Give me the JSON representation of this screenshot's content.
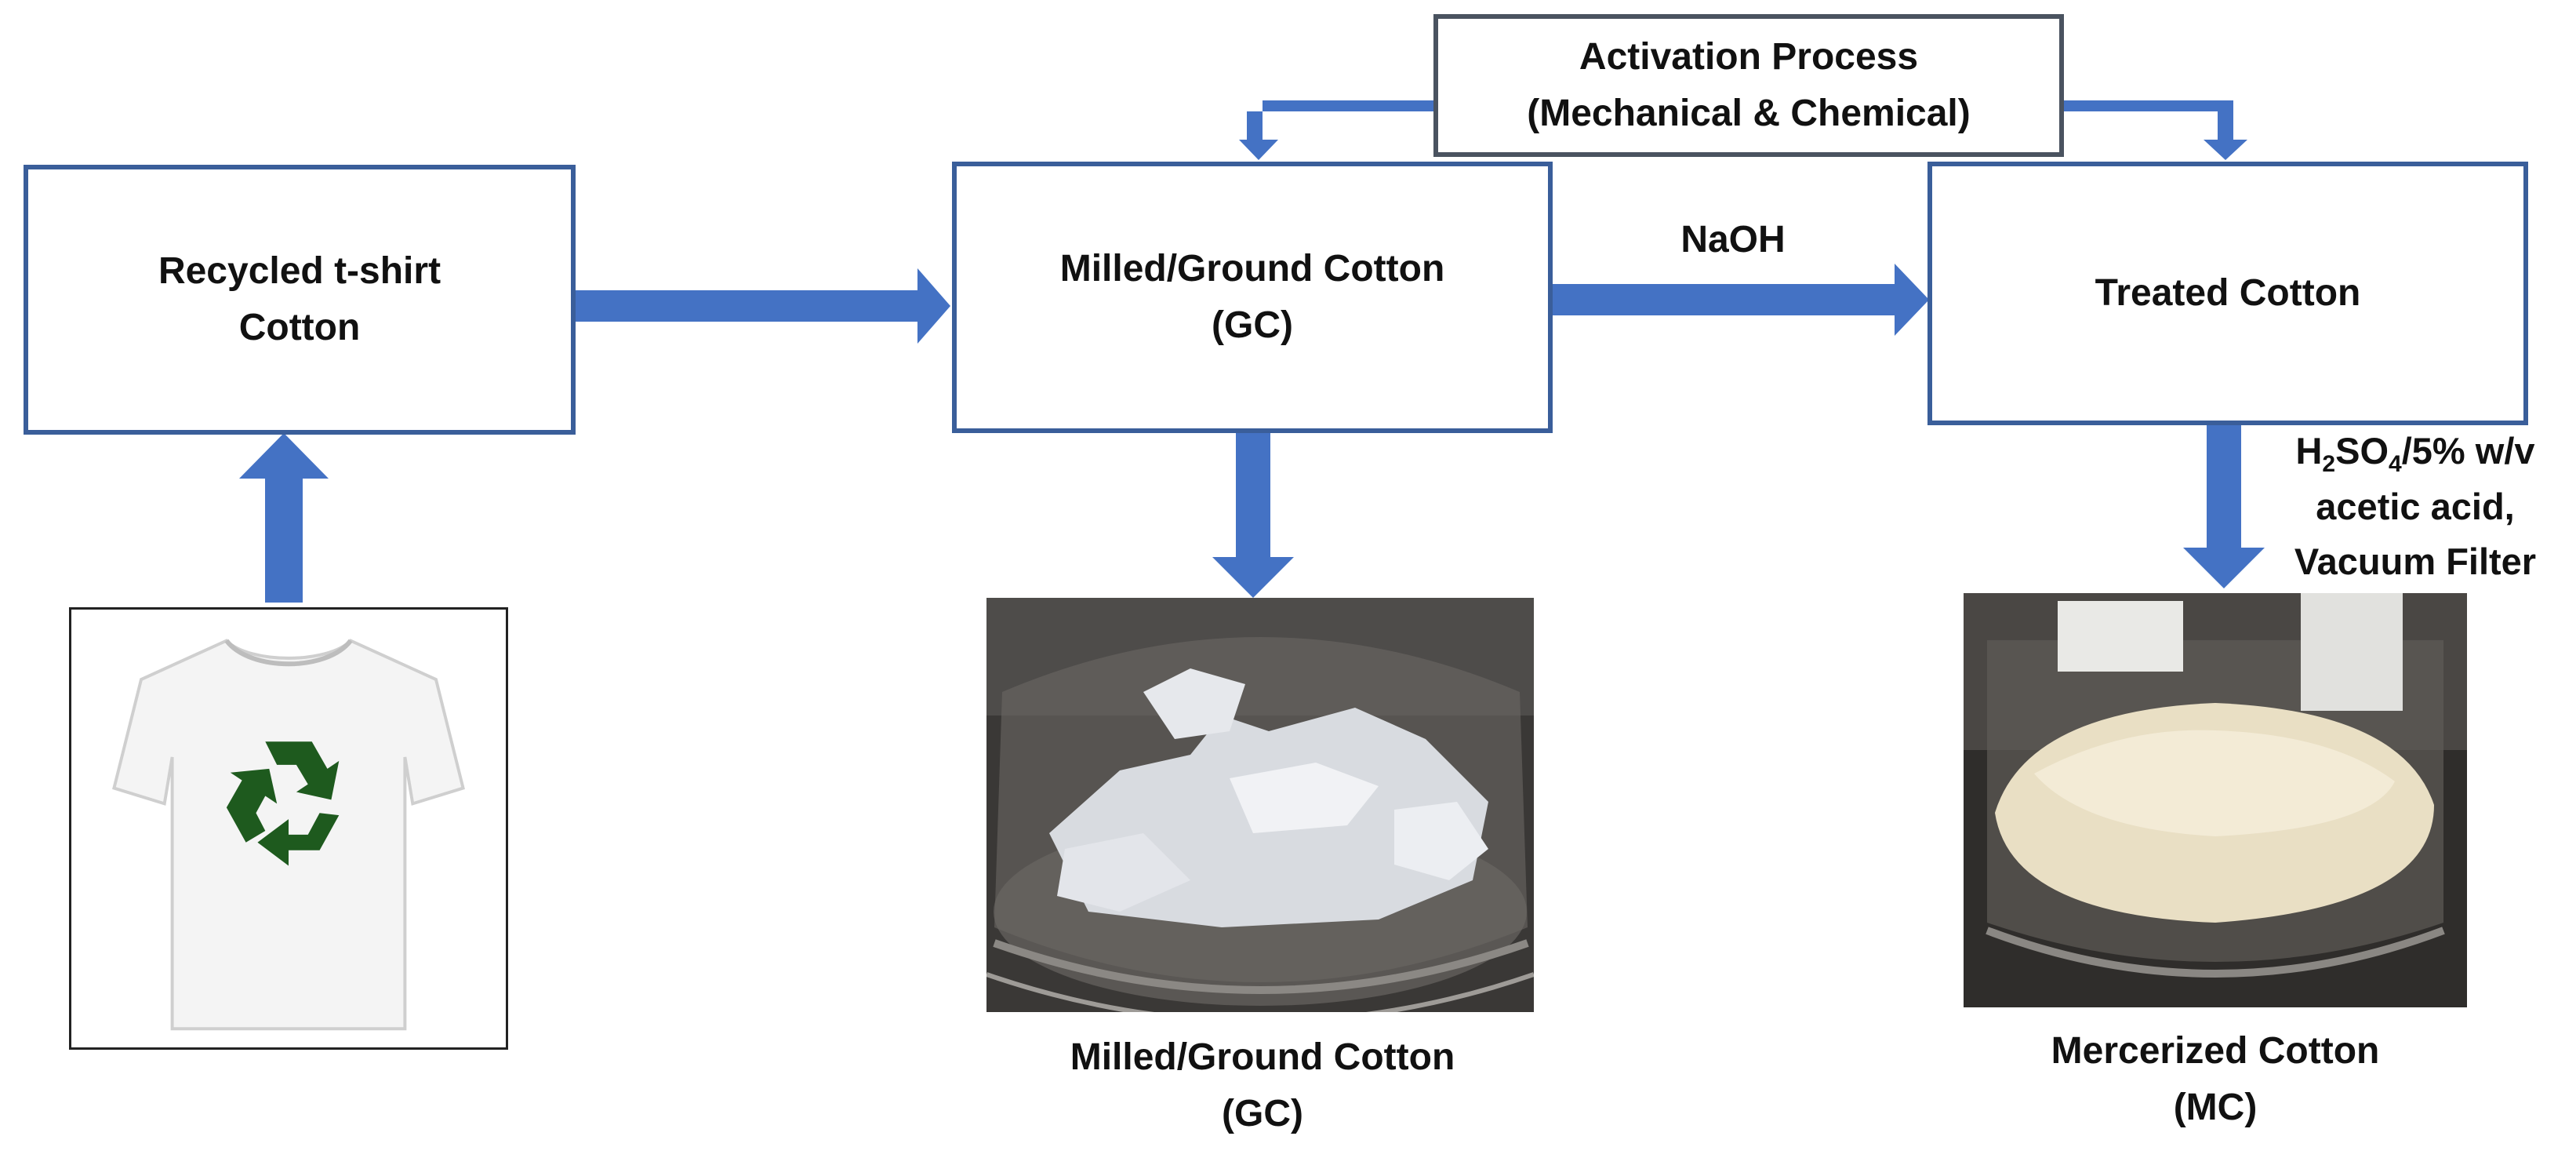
{
  "boxes": {
    "recycled": {
      "line1": "Recycled t-shirt",
      "line2": "Cotton"
    },
    "milled": {
      "line1": "Milled/Ground Cotton",
      "line2": "(GC)"
    },
    "treated": {
      "line1": "Treated Cotton"
    },
    "activation": {
      "line1": "Activation  Process",
      "line2": "(Mechanical & Chemical)"
    }
  },
  "arrow_labels": {
    "naoh": "NaOH",
    "acid": {
      "h": "H",
      "sub2": "2",
      "so": "SO",
      "sub4": "4",
      "rest": "/5% w/v",
      "line2": "acetic acid,",
      "line3": "Vacuum Filter"
    }
  },
  "captions": {
    "milled": {
      "line1": "Milled/Ground Cotton",
      "line2": "(GC)"
    },
    "mercerized": {
      "line1": "Mercerized Cotton",
      "line2": "(MC)"
    }
  },
  "images": {
    "tshirt": "white t-shirt with green recycle symbol",
    "milled_photo": "glass jar containing white milled cotton lumps",
    "mercerized_photo": "glass jar containing fluffy off-white mercerized cotton"
  },
  "colors": {
    "arrow": "#4472c4",
    "box_border": "#3a5e9a",
    "recycle": "#1e5a1e"
  }
}
